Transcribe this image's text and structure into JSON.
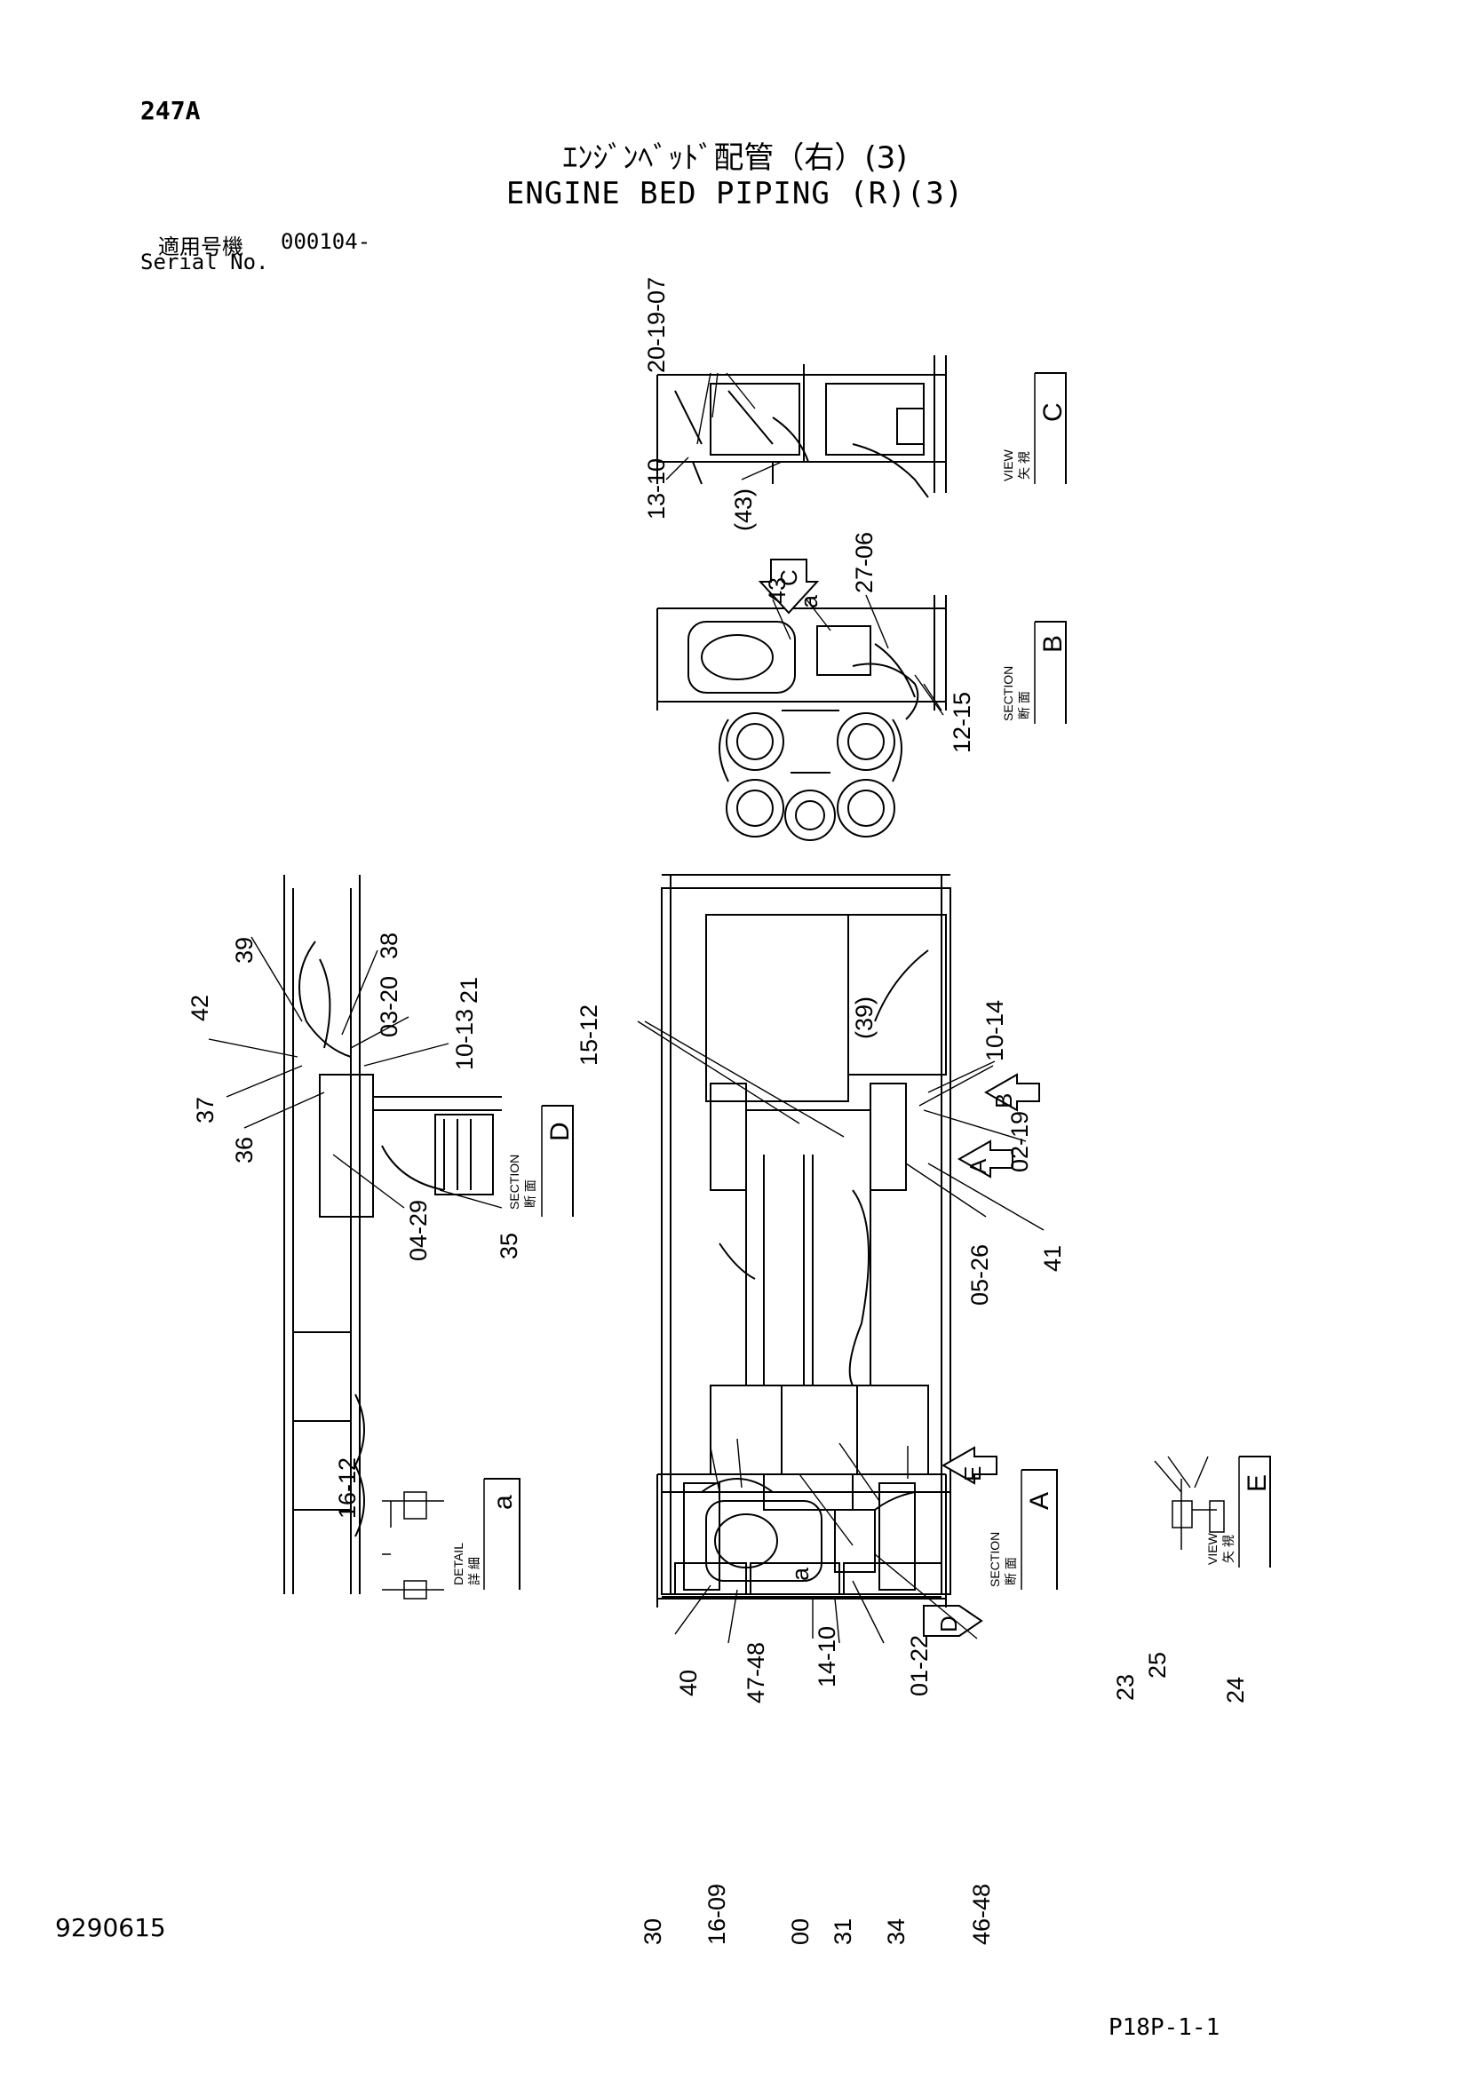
{
  "header": {
    "page_number": "247A",
    "title_jp": "ｴﾝｼﾞﾝﾍﾞｯﾄﾞ配管（右）(3)",
    "title_en": "ENGINE BED PIPING (R)(3)",
    "serial_label_jp": "適用号機",
    "serial_value": "000104-",
    "serial_label_en": "Serial No."
  },
  "footer": {
    "doc_number": "9290615",
    "sheet_ref": "P18P-1-1"
  },
  "views": [
    {
      "id": "view-c",
      "letter": "C",
      "jp": "矢 視",
      "en": "VIEW"
    },
    {
      "id": "section-b",
      "letter": "B",
      "jp": "断 面",
      "en": "SECTION"
    },
    {
      "id": "section-d",
      "letter": "D",
      "jp": "断 面",
      "en": "SECTION"
    },
    {
      "id": "detail-a",
      "letter": "a",
      "jp": "詳 細",
      "en": "DETAIL"
    },
    {
      "id": "section-a",
      "letter": "A",
      "jp": "断 面",
      "en": "SECTION"
    },
    {
      "id": "view-e",
      "letter": "E",
      "jp": "矢 視",
      "en": "VIEW"
    }
  ],
  "callouts": [
    "20-19-07",
    "13-10",
    "(43)",
    "43",
    "a",
    "27-06",
    "12-15",
    "39",
    "38",
    "03-20",
    "21",
    "10-13",
    "42",
    "37",
    "36",
    "04-29",
    "35",
    "(39)",
    "15-12",
    "10-14",
    "02-19",
    "05-26",
    "41",
    "16-12",
    "40",
    "47-48",
    "14-10",
    "01-22",
    "a",
    "30",
    "16-09",
    "00",
    "31",
    "34",
    "46-48",
    "23",
    "25",
    "24"
  ],
  "arrows": [
    "C",
    "B",
    "A",
    "D",
    "E"
  ]
}
